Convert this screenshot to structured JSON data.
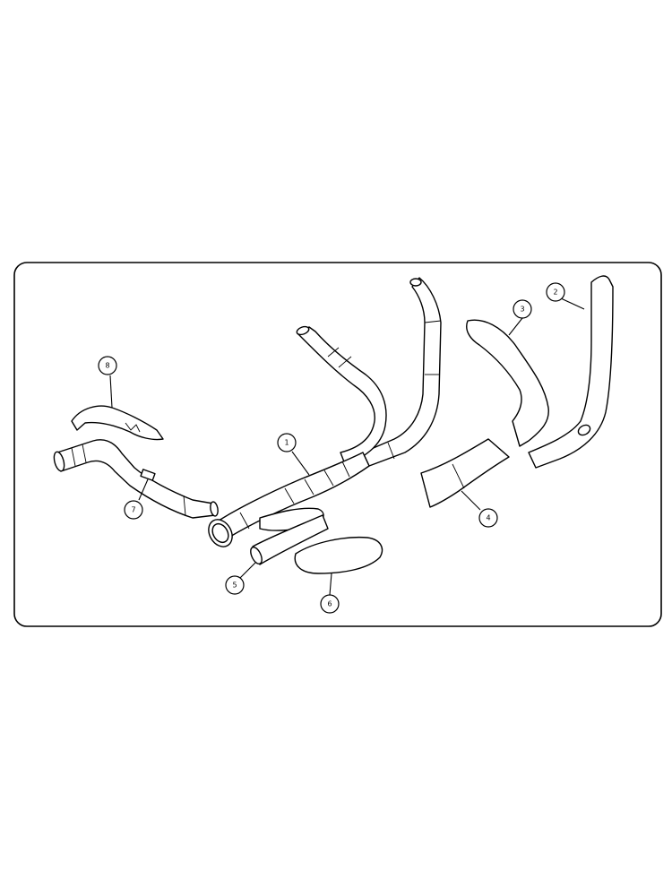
{
  "callouts": [
    {
      "id": "c1",
      "label": "1"
    },
    {
      "id": "c2",
      "label": "2"
    },
    {
      "id": "c3",
      "label": "3"
    },
    {
      "id": "c4",
      "label": "4"
    },
    {
      "id": "c5",
      "label": "5"
    },
    {
      "id": "c6",
      "label": "6"
    },
    {
      "id": "c7",
      "label": "7"
    },
    {
      "id": "c8",
      "label": "8"
    }
  ],
  "colors": {
    "line": "#000000",
    "background": "#ffffff"
  }
}
